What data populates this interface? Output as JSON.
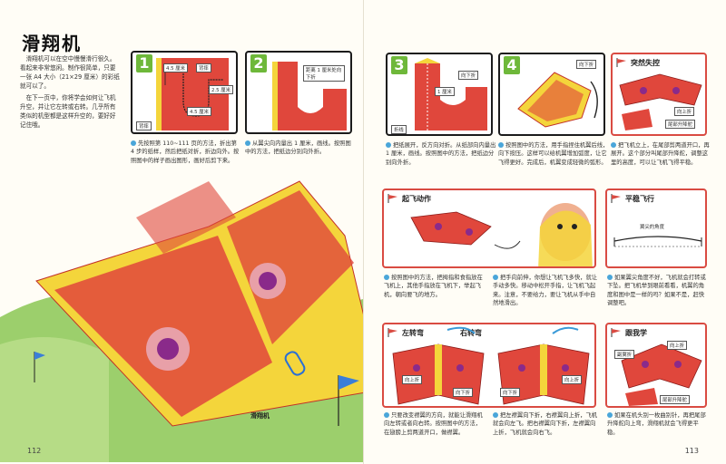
{
  "page_left": {
    "title": "滑翔机",
    "intro_p1": "滑翔机可以在空中慢慢滑行很久。看起来非常悠闲。制作很简单，只要一张 A4 大小（21×29 厘米）的彩纸就可以了。",
    "intro_p2": "在下一页中，你将学会如何让飞机升空，并让它左转或右转。几乎所有类似的机型都是这样升空的，要好好记住哦。",
    "step1": {
      "number": "1",
      "labels": [
        "4.5 厘米",
        "背摔",
        "2.5 厘米",
        "4.5 厘米",
        "背摔"
      ],
      "caption": "先按照第 110~111 页的方法，折出第 4 步的纸样，然后把纸对折，折边向外。按照图中的样子画出图形，画好后剪下来。"
    },
    "step2": {
      "number": "2",
      "labels": [
        "距离 1 厘米处向下折"
      ],
      "caption": "从翼尖向内量出 1 厘米，画线。按照图中的方法，把纸边分别向外折。"
    },
    "plane_label": "滑翔机",
    "page_number": "112"
  },
  "page_right": {
    "step3": {
      "number": "3",
      "labels": [
        "向下折",
        "1 厘米",
        "折线"
      ],
      "caption": "把纸展开，反方向对折。从纸部向内量出 1 厘米，画线。按照图中的方法，把纸边分别向外折。"
    },
    "step4": {
      "number": "4",
      "labels": [
        "向下折"
      ],
      "caption": "按照图中的方法，用手指捏住机翼后线，向下按压。这样可以给机翼增加弧度，让它飞得更好。完成后，机翼变成轻微的弧形。"
    },
    "sudden_climb": {
      "title": "突然失控",
      "labels": [
        "向上折",
        "尾部升降舵"
      ],
      "caption": "把飞机立上，在尾部剪两道开口，再展开。这个部分叫尾部升降舵，调整这里的高度，可以让飞机飞得平稳。"
    },
    "takeoff": {
      "title": "起飞动作",
      "caption_left": "按照图中的方法，把拇指和食指放在飞机上，其他手指放在飞机下，举起飞机，朝向要飞的地方。",
      "caption_right": "把手向前伸，你想让飞机飞多快，就让手动多快。移动中松开手指，让飞机飞起来。注意，不要给力，要让飞机从手中自然地滑出。"
    },
    "stable_flight": {
      "title": "平稳飞行",
      "labels": [
        "翼尖的角度"
      ],
      "caption": "如果翼尖角度不好，飞机就会打转或下坠。把飞机举到眼前看看，机翼的角度和图中是一样的吗？如果不是，赶快调整吧。"
    },
    "turning": {
      "title_left": "左转弯",
      "title_right": "右转弯",
      "labels": [
        "向上折",
        "向下折",
        "向上折",
        "向下折"
      ],
      "caption_left": "只要改变襟翼的方向，就能让滑翔机向左转或者向右转。按照图中的方法，在翅膀上剪两道开口，做襟翼。",
      "caption_right": "把左襟翼向下折，右襟翼向上折，飞机就会向左飞。把右襟翼向下折，左襟翼向上折，飞机就会向右飞。"
    },
    "stunt": {
      "title": "跟我学",
      "labels": [
        "副翼折",
        "向上折",
        "尾部升降舵"
      ],
      "caption": "如果在机头别一枚曲别针，再把尾部升降舵向上弯，滑翔机就会飞得更平稳。"
    },
    "page_number": "113"
  },
  "colors": {
    "paper_red": "#e0473c",
    "paper_yellow": "#f4d53b",
    "step_green": "#6eb83a",
    "panel_red": "#d94b42",
    "grass": "#9ccf6c",
    "sky_blue": "#4aa6d9",
    "plane_purple": "#8a2a8a"
  }
}
